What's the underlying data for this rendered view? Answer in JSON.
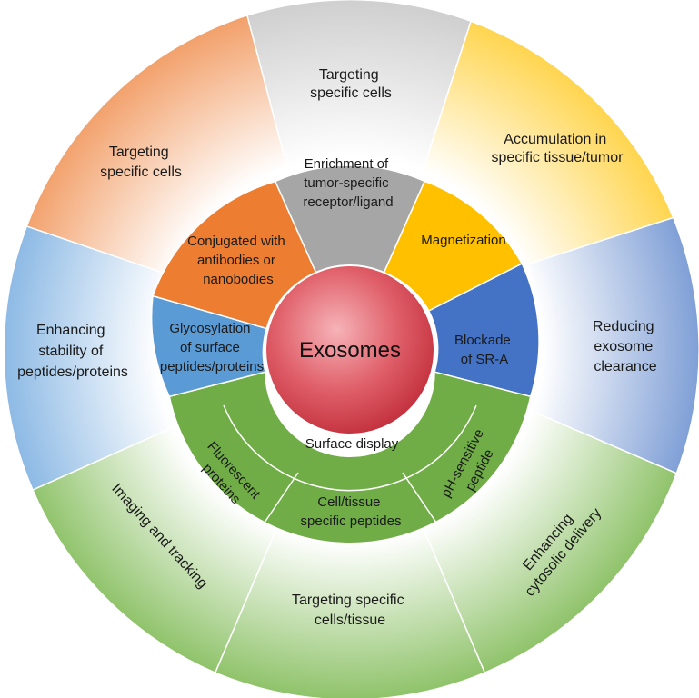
{
  "center": {
    "label": "Exosomes"
  },
  "inner_ring": [
    {
      "id": "enrichment",
      "lines": [
        "Enrichment of",
        "tumor-specific",
        "receptor/ligand"
      ],
      "color": "#a9a9a9"
    },
    {
      "id": "magnetization",
      "lines": [
        "Magnetization"
      ],
      "color": "#ffc000"
    },
    {
      "id": "blockade",
      "lines": [
        "Blockade",
        "of SR-A"
      ],
      "color": "#4472c4"
    },
    {
      "id": "surface-display",
      "lines": [
        "Surface display"
      ],
      "color": "#70ad47"
    },
    {
      "id": "glycosylation",
      "lines": [
        "Glycosylation",
        "of surface",
        "peptides/proteins"
      ],
      "color": "#5b9bd5"
    },
    {
      "id": "conjugated",
      "lines": [
        "Conjugated with",
        "antibodies or",
        "nanobodies"
      ],
      "color": "#ed7d31"
    }
  ],
  "surface_display_sub": [
    {
      "id": "fluorescent",
      "lines": [
        "Fluorescent",
        "proteins"
      ]
    },
    {
      "id": "cell-tissue-peptides",
      "lines": [
        "Cell/tissue",
        "specific peptides"
      ]
    },
    {
      "id": "ph-sensitive",
      "lines": [
        "pH-sensitive",
        "peptide"
      ]
    }
  ],
  "outer_ring": [
    {
      "id": "targeting-top",
      "lines": [
        "Targeting",
        "specific cells"
      ],
      "color": "#d9d9d9"
    },
    {
      "id": "accumulation",
      "lines": [
        "Accumulation in",
        "specific tissue/tumor"
      ],
      "color": "#ffd966"
    },
    {
      "id": "reducing-clearance",
      "lines": [
        "Reducing",
        "exosome",
        "clearance"
      ],
      "color": "#8faadc"
    },
    {
      "id": "enhancing-cytosolic",
      "lines": [
        "Enhancing",
        "cytosolic delivery"
      ],
      "color": "#a9d18e"
    },
    {
      "id": "targeting-cells-tissue",
      "lines": [
        "Targeting specific",
        "cells/tissue"
      ],
      "color": "#a9d18e"
    },
    {
      "id": "imaging-tracking",
      "lines": [
        "Imaging and tracking"
      ],
      "color": "#a9d18e"
    },
    {
      "id": "enhancing-stability",
      "lines": [
        "Enhancing",
        "stability of",
        "peptides/proteins"
      ],
      "color": "#9dc3e6"
    },
    {
      "id": "targeting-left",
      "lines": [
        "Targeting",
        "specific cells"
      ],
      "color": "#f4b183"
    }
  ]
}
